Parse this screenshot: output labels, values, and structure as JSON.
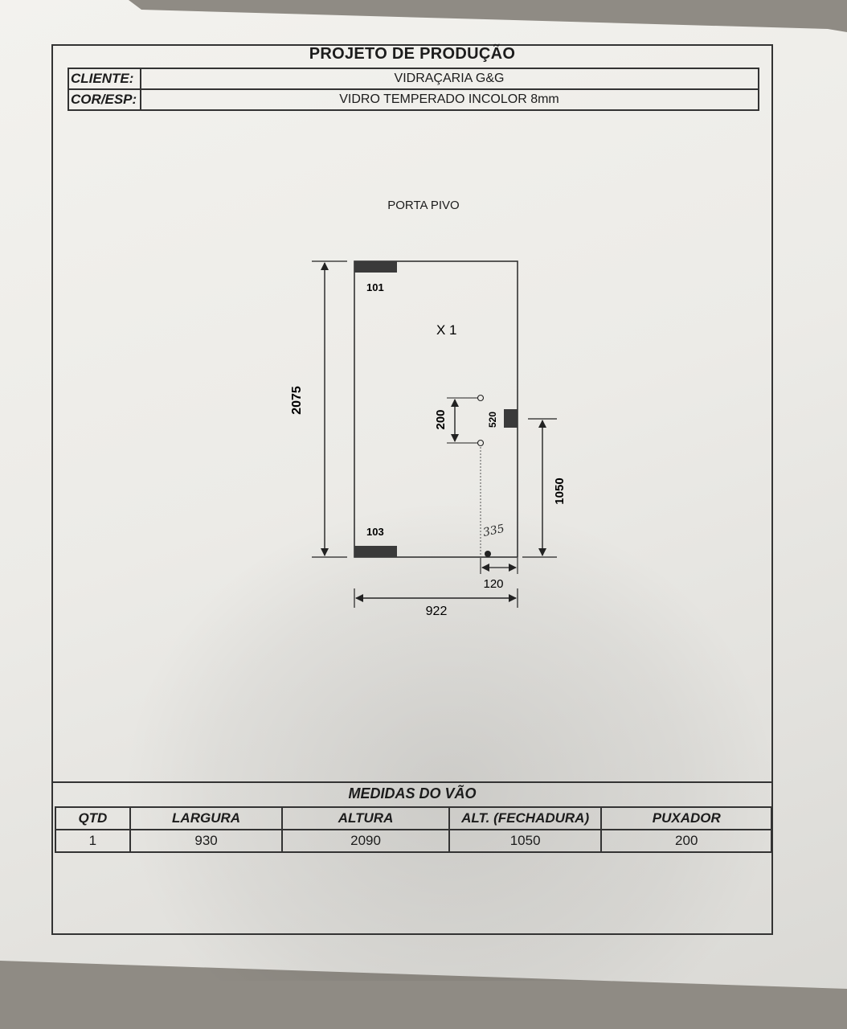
{
  "header": {
    "title": "PROJETO DE PRODUÇÃO",
    "cliente_label": "CLIENTE:",
    "cliente_value": "VIDRAÇARIA G&G",
    "coresp_label": "COR/ESP:",
    "coresp_value": "VIDRO TEMPERADO  INCOLOR 8mm"
  },
  "product": {
    "name": "PORTA PIVO"
  },
  "drawing": {
    "height_dim": "2075",
    "width_dim": "922",
    "top_hardware_code": "101",
    "bottom_hardware_code": "103",
    "quantity_mark": "X  1",
    "handle_spacing": "200",
    "lock_code": "520",
    "lock_height": "1050",
    "pivot_offset": "120",
    "handwritten_note": "335"
  },
  "medidas": {
    "title": "MEDIDAS DO VÃO",
    "headers": [
      "QTD",
      "LARGURA",
      "ALTURA",
      "ALT. (FECHADURA)",
      "PUXADOR"
    ],
    "row": [
      "1",
      "930",
      "2090",
      "1050",
      "200"
    ]
  },
  "colors": {
    "ink": "#1c1c1c",
    "hardware": "#3a3a3a"
  }
}
